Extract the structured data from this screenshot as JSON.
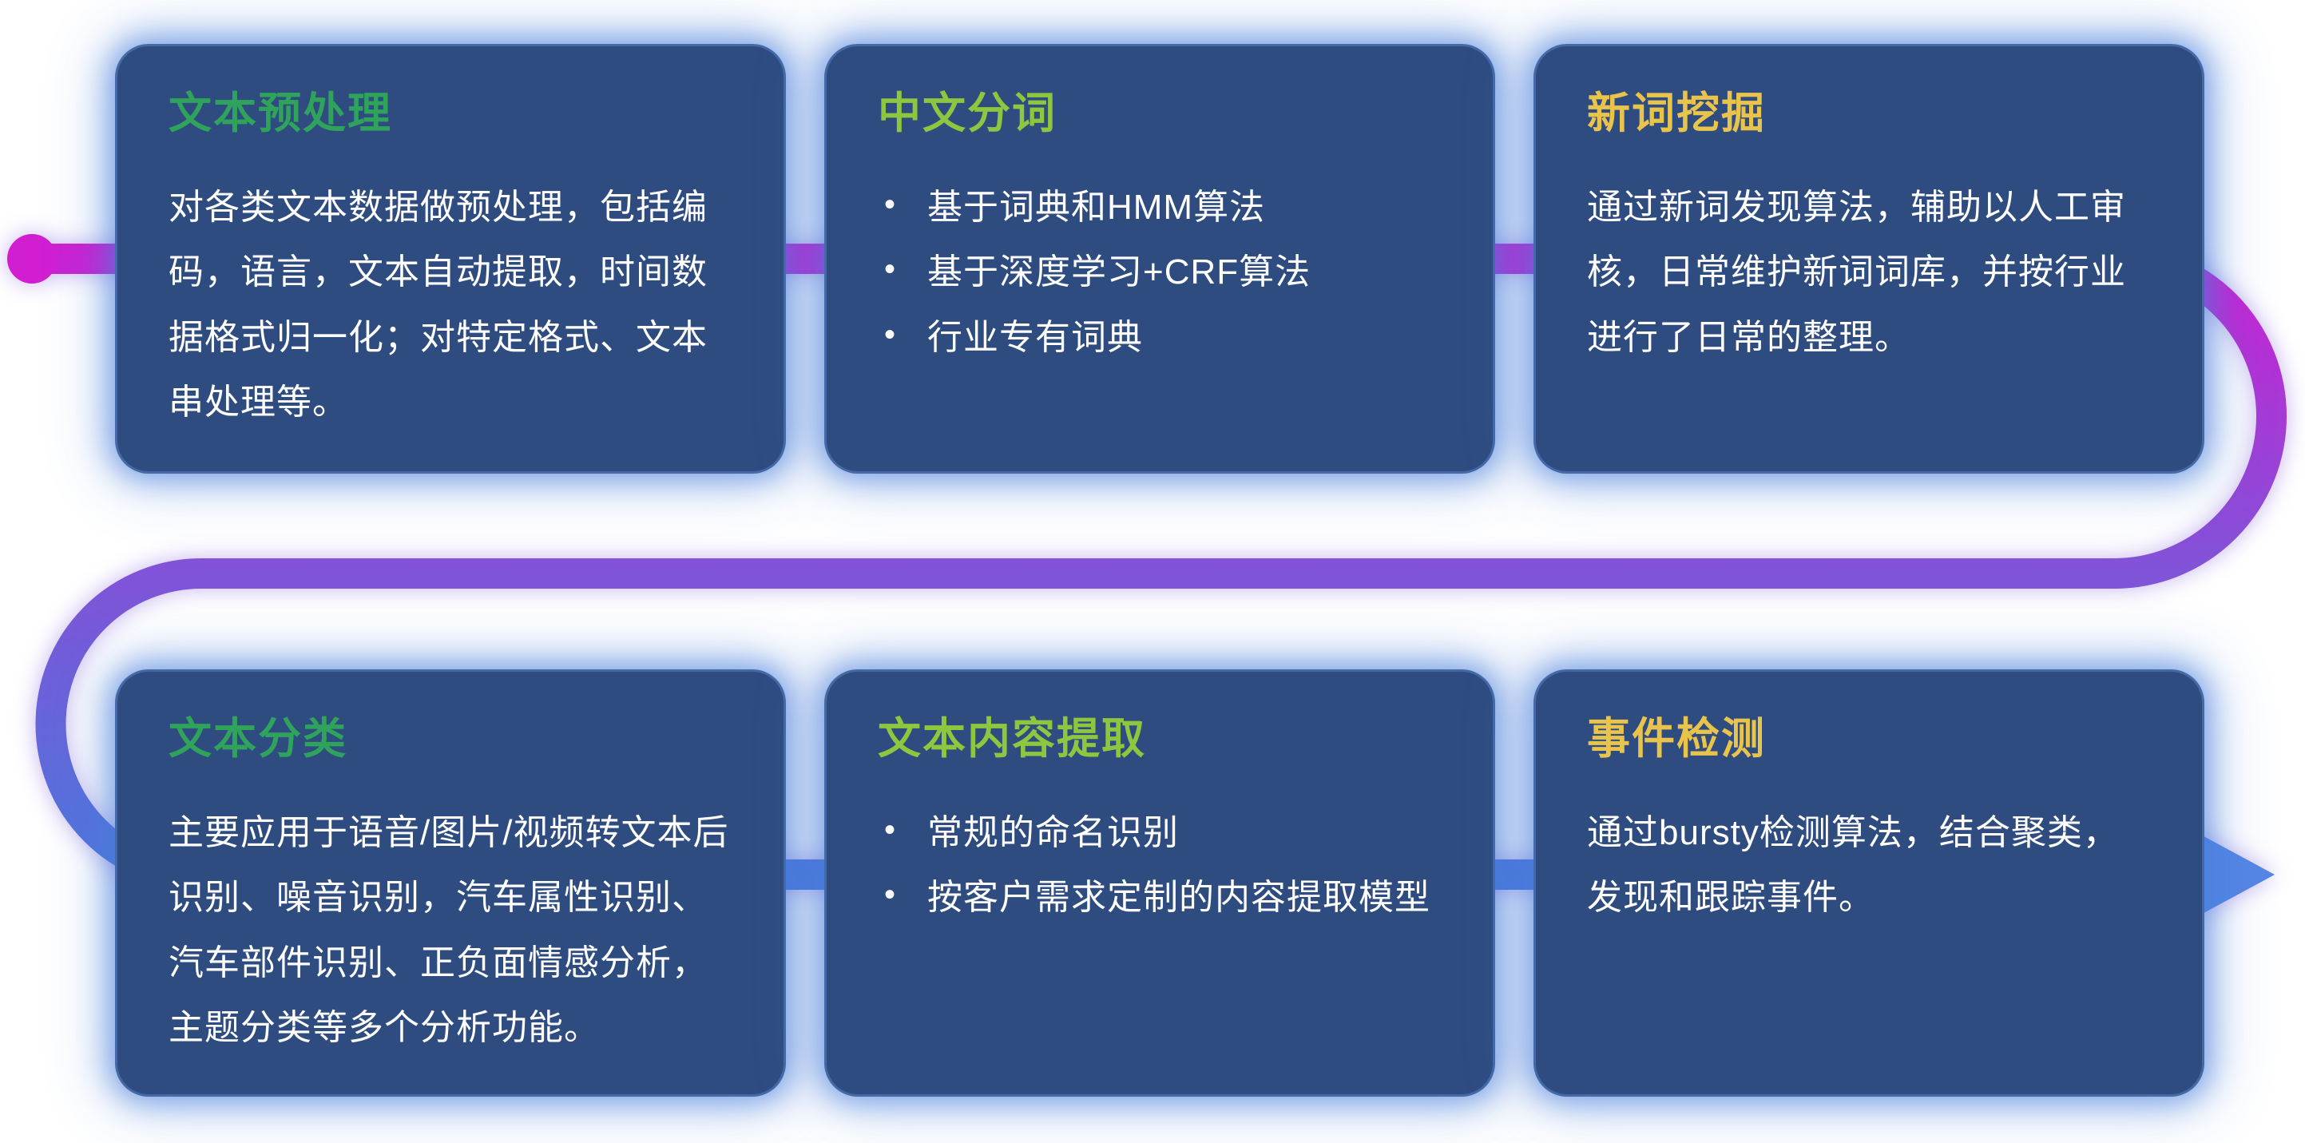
{
  "style": {
    "card_bg": "#2e4c80",
    "glow": "#487edc",
    "body_text": "#ffffff"
  },
  "flow": {
    "colors": {
      "start": "#d11ed1",
      "mid": "#8252d8",
      "end": "#4b79dc",
      "arrow": "#5586e5"
    },
    "start_marker": "dot",
    "end_marker": "arrow-right"
  },
  "cards": [
    {
      "title": "文本预处理",
      "title_color": "#2fa35c",
      "body": "对各类文本数据做预处理，包括编码，语言，文本自动提取，时间数据格式归一化；对特定格式、文本串处理等。",
      "bullets": []
    },
    {
      "title": "中文分词",
      "title_color": "#8dc63f",
      "body": "",
      "bullets": [
        "基于词典和HMM算法",
        "基于深度学习+CRF算法",
        "行业专有词典"
      ]
    },
    {
      "title": "新词挖掘",
      "title_color": "#e9c44d",
      "body": "通过新词发现算法，辅助以人工审核，日常维护新词词库，并按行业进行了日常的整理。",
      "bullets": []
    },
    {
      "title": "文本分类",
      "title_color": "#2fa35c",
      "body": "主要应用于语音/图片/视频转文本后识别、噪音识别，汽车属性识别、汽车部件识别、正负面情感分析，主题分类等多个分析功能。",
      "bullets": []
    },
    {
      "title": "文本内容提取",
      "title_color": "#8dc63f",
      "body": "",
      "bullets": [
        "常规的命名识别",
        "按客户需求定制的内容提取模型"
      ]
    },
    {
      "title": "事件检测",
      "title_color": "#e9c44d",
      "body": "通过bursty检测算法，结合聚类，发现和跟踪事件。",
      "bullets": []
    }
  ]
}
